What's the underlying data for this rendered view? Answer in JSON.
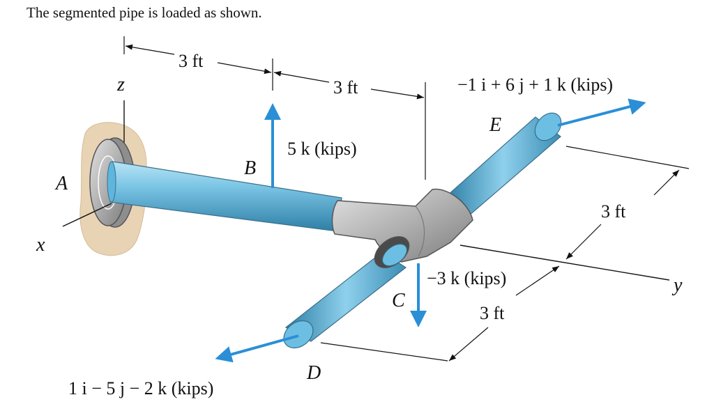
{
  "problem": {
    "statement": "The segmented pipe is loaded as shown."
  },
  "figure": {
    "points": {
      "a": "A",
      "b": "B",
      "c": "C",
      "d": "D",
      "e": "E"
    },
    "axes": {
      "x": "x",
      "y": "y",
      "z": "z"
    },
    "dimensions": {
      "ab": "3 ft",
      "b_to_tee": "3 ft",
      "tee_to_e": "3 ft",
      "c_to_d": "3 ft"
    },
    "forces": {
      "at_b": "5 k (kips)",
      "at_c": "−3 k (kips)",
      "at_d": "1 i − 5 j − 2 k (kips)",
      "at_e": "−1 i + 6 j + 1 k (kips)"
    },
    "colors": {
      "pipe": "#5fb6dc",
      "force_arrow": "#2a8fd6",
      "fitting": "#b5b5b5",
      "wall": "#e8d3b5"
    }
  }
}
